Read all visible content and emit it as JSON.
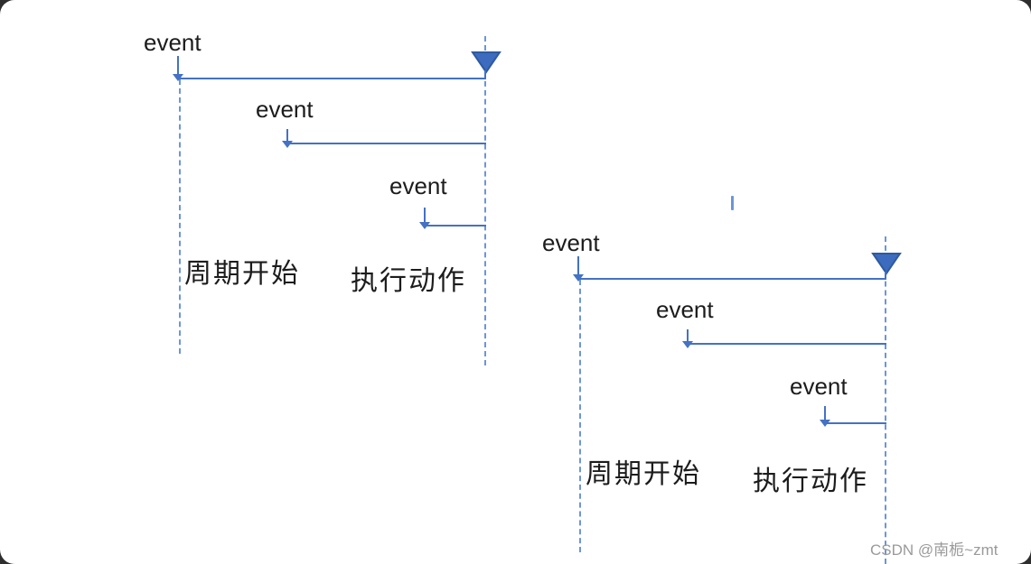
{
  "page": {
    "background": "#2e2e2e",
    "canvas_background": "#ffffff"
  },
  "colors": {
    "line": "#4472c4",
    "lifeline": "#6c96d9",
    "marker_fill": "#3d6bbe",
    "marker_stroke": "#2e5aa0",
    "text": "#1c1c1c",
    "watermark": "#9a9a9a"
  },
  "diagrams": [
    {
      "events": [
        {
          "label": "event"
        },
        {
          "label": "event"
        },
        {
          "label": "event"
        }
      ],
      "cycle_start_label": "周期开始",
      "action_label": "执行动作"
    },
    {
      "events": [
        {
          "label": "event"
        },
        {
          "label": "event"
        },
        {
          "label": "event"
        }
      ],
      "cycle_start_label": "周期开始",
      "action_label": "执行动作"
    }
  ],
  "watermark": {
    "text": "CSDN @南栀~zmt"
  }
}
